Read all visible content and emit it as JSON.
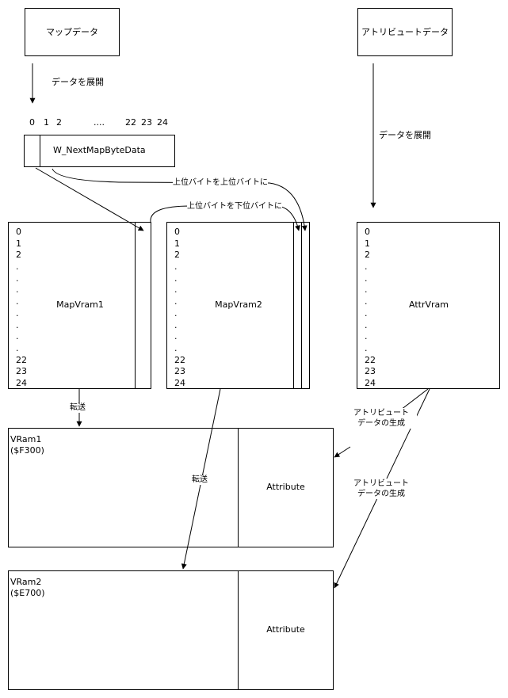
{
  "map_data": "マップデータ",
  "attr_data": "アトリビュートデータ",
  "expand_label_left": "データを展開",
  "expand_label_right": "データを展開",
  "index_header": [
    "0",
    "1",
    "2",
    "....",
    "22",
    "23",
    "24"
  ],
  "next_map_byte": "W_NextMapByteData",
  "upper_to_upper": "上位バイトを上位バイトに",
  "upper_to_lower": "上位バイトを下位バイトに",
  "vram_rows": [
    "0",
    "1",
    "2",
    ".",
    ".",
    ".",
    ".",
    ".",
    ".",
    ".",
    ".",
    "22",
    "23",
    "24"
  ],
  "mapvram1": "MapVram1",
  "mapvram2": "MapVram2",
  "attrvram": "AttrVram",
  "transfer1": "転送",
  "transfer2": "転送",
  "attr_gen1": "アトリビュート\nデータの生成",
  "attr_gen2": "アトリビュート\nデータの生成",
  "vram1": {
    "name": "VRam1",
    "addr": "($F300)",
    "attr": "Attribute"
  },
  "vram2": {
    "name": "VRam2",
    "addr": "($E700)",
    "attr": "Attribute"
  }
}
